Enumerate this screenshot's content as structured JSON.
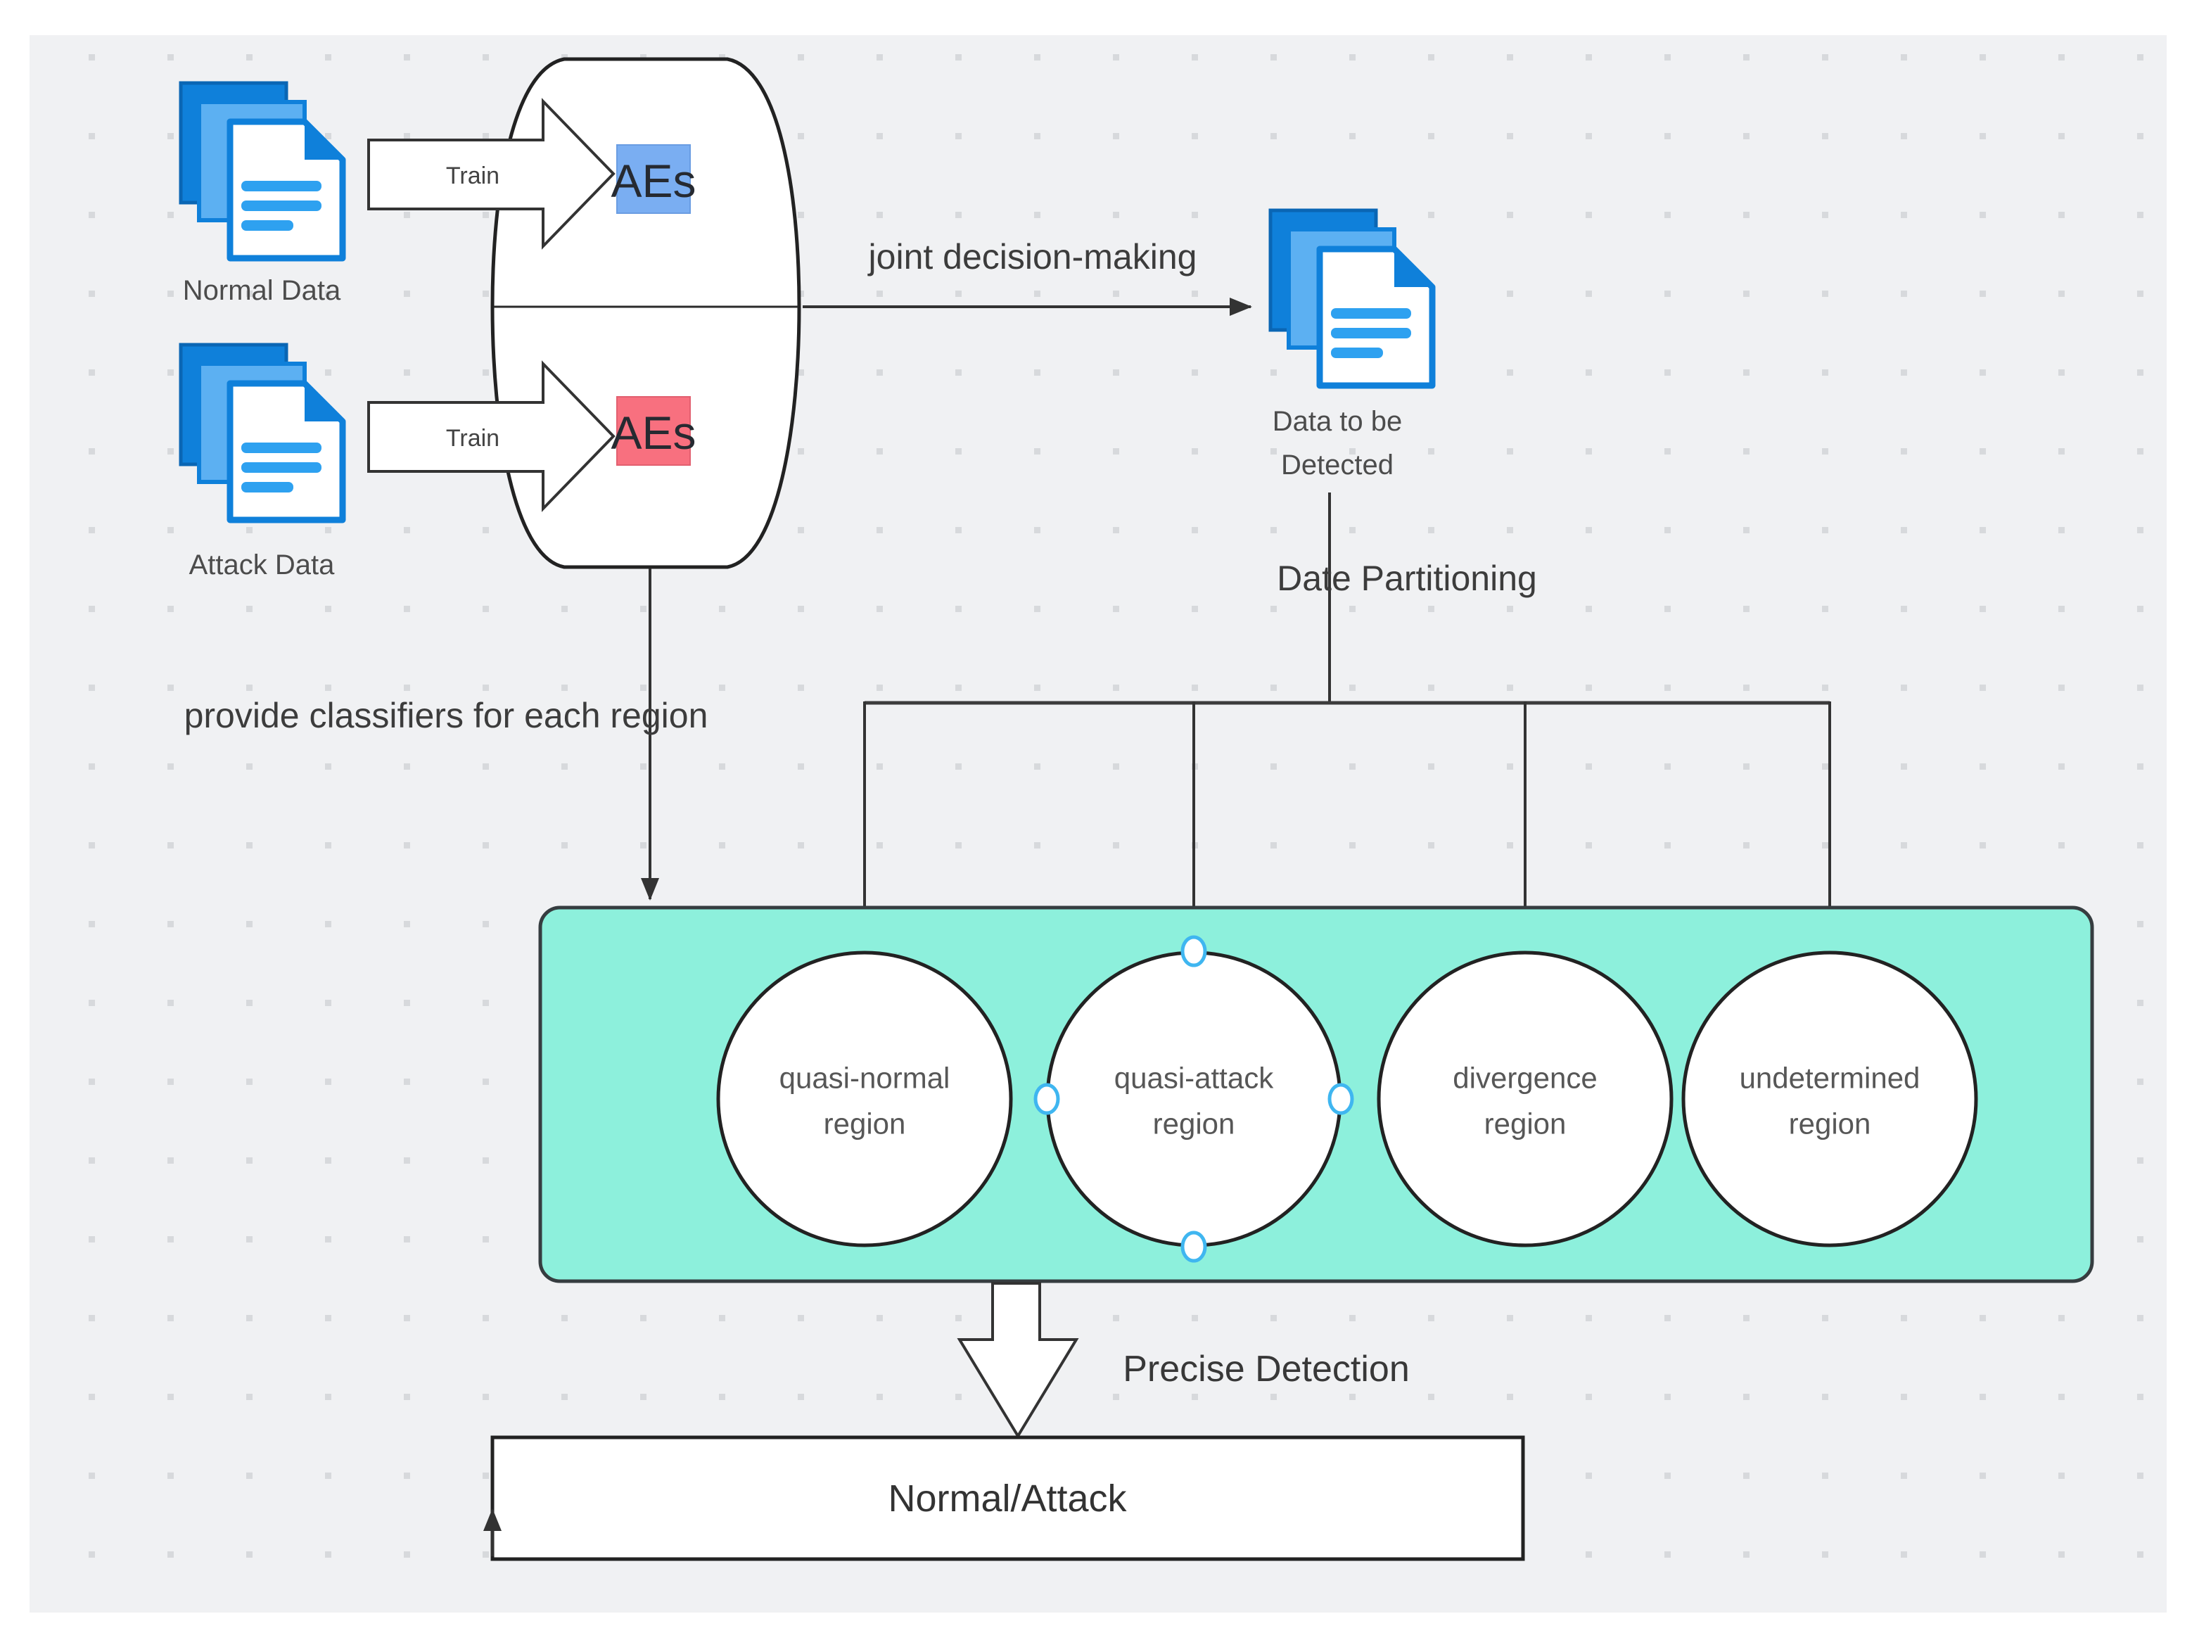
{
  "diagram": {
    "normal_data_label": "Normal Data",
    "attack_data_label": "Attack Data",
    "train_top_label": "Train",
    "train_bottom_label": "Train",
    "aes_normal_label": "AEs",
    "aes_attack_label": "AEs",
    "joint_label": "joint decision-making",
    "detected_label_line1": "Data to be",
    "detected_label_line2": "Detected",
    "date_partitioning_label": "Date Partitioning",
    "provide_label": "provide classifiers for each region",
    "regions": [
      {
        "line1": "quasi-normal",
        "line2": "region"
      },
      {
        "line1": "quasi-attack",
        "line2": "region"
      },
      {
        "line1": "divergence",
        "line2": "region"
      },
      {
        "line1": "undetermined",
        "line2": "region"
      }
    ],
    "precise_label": "Precise Detection",
    "result_label": "Normal/Attack",
    "selected_region": "quasi-attack"
  },
  "colors": {
    "canvas_bg": "#f0f1f3",
    "grid_dot": "#d7d9dc",
    "aes_normal_fill": "#7aaef2",
    "aes_attack_fill": "#f8707f",
    "regions_panel_fill": "#8df0dc",
    "regions_panel_border": "#363d40",
    "doc_blue": "#0f80da",
    "doc_blue_light": "#5cb0f2",
    "doc_line_blue": "#2ea1f0",
    "selection_handle_blue": "#3fb6f0",
    "stroke_dark": "#333333"
  }
}
